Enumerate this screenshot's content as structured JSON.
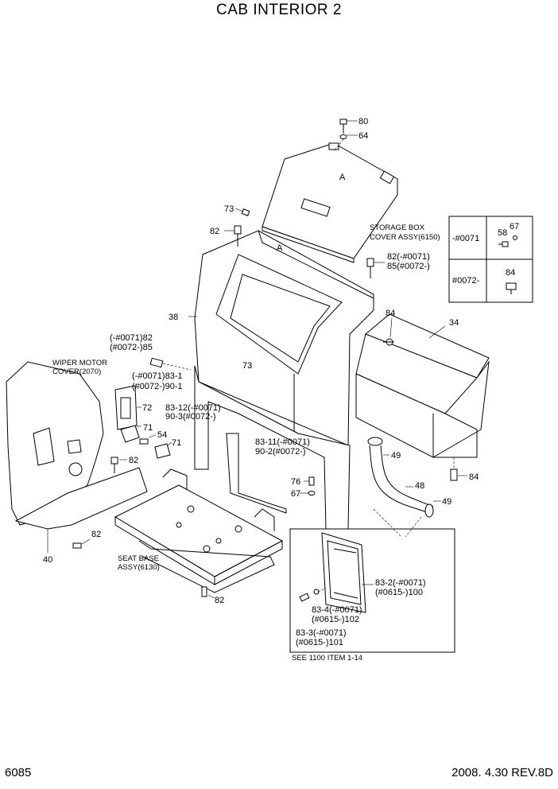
{
  "title": "CAB INTERIOR 2",
  "footer": {
    "page_code": "6085",
    "date_rev": "2008. 4.30  REV.8D"
  },
  "labels": {
    "p80": "80",
    "p64": "64",
    "pA1": "A",
    "pA2": "A",
    "p73a": "73",
    "p82a": "82",
    "p73b": "73",
    "storage1": "STORAGE BOX",
    "storage2": "COVER ASSY(6150)",
    "p82b1": "82(-#0071)",
    "p82b2": "85(#0072-)",
    "p38": "38",
    "p34": "34",
    "p84a": "84",
    "p8285_1": "(-#0071)82",
    "p8285_2": "(#0072-)85",
    "wiper1": "WIPER MOTOR",
    "wiper2": "COVER(2070)",
    "p831_1": "(-#0071)83-1",
    "p831_2": "(#0072-)90-1",
    "p72": "72",
    "p8312_1": "83-12(-#0071)",
    "p8312_2": "90-3(#0072-)",
    "p71a": "71",
    "p54": "54",
    "p71b": "71",
    "p8311_1": "83-11(-#0071)",
    "p8311_2": "90-2(#0072-)",
    "p49a": "49",
    "p82c": "82",
    "p76": "76",
    "p67": "67",
    "p48": "48",
    "p49b": "49",
    "p84b": "84",
    "p82d": "82",
    "p40": "40",
    "seat1": "SEAT BASE",
    "seat2": "ASSY(6130)",
    "p82e": "82",
    "p832_1": "83-2(-#0071)",
    "p832_2": "(#0615-)100",
    "p834_1": "83-4(-#0071)",
    "p834_2": "(#0615-)102",
    "p833_1": "83-3(-#0071)",
    "p833_2": "(#0615-)101",
    "see": "SEE 1100 ITEM 1-14"
  },
  "variant_table": {
    "row1_serial": "-#0071",
    "row1_p58": "58",
    "row1_p67": "67",
    "row2_serial": "#0072-",
    "row2_p84": "84"
  }
}
